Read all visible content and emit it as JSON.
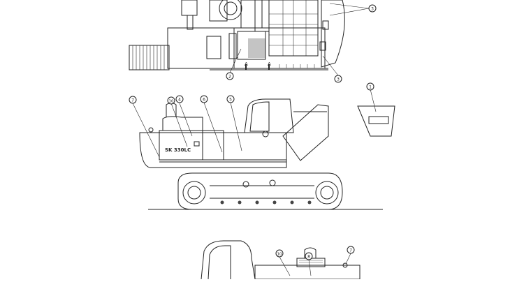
{
  "diagram": {
    "callouts": {
      "top_left_2": "2",
      "top_right_3": "3",
      "top_bottom_3": "3",
      "mid_7": "7",
      "mid_10": "10",
      "mid_4": "4",
      "mid_6": "6",
      "mid_5": "5",
      "mid_1": "1",
      "bot_10": "10",
      "bot_8": "8",
      "bot_7": "7"
    },
    "section_marks": {
      "a_left": "A",
      "a_right": "A"
    },
    "model_label": "SK 330LC"
  }
}
